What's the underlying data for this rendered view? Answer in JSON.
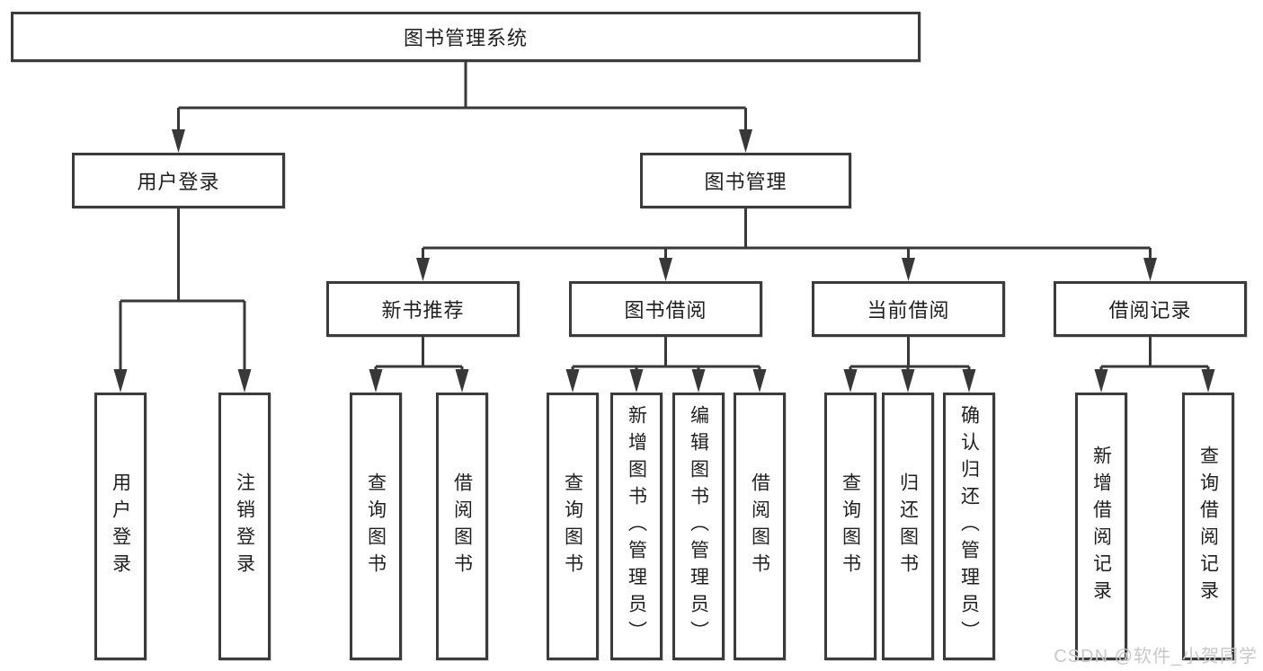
{
  "title": "图书管理系统",
  "watermark": "CSDN @软件_小贺同学",
  "colors": {
    "line": "#383838",
    "border": "#3b3b3b",
    "text": "#1f1f1f",
    "watermark": "#c8c8c8",
    "background": "#ffffff"
  },
  "tree": {
    "root": {
      "label": "图书管理系统"
    },
    "branches": [
      {
        "label": "用户登录",
        "children": [
          {
            "label": "用户登录"
          },
          {
            "label": "注销登录"
          }
        ]
      },
      {
        "label": "图书管理",
        "children": [
          {
            "label": "新书推荐",
            "children": [
              {
                "label": "查询图书"
              },
              {
                "label": "借阅图书"
              }
            ]
          },
          {
            "label": "图书借阅",
            "children": [
              {
                "label": "查询图书"
              },
              {
                "label": "新增图书（管理员）"
              },
              {
                "label": "编辑图书（管理员）"
              },
              {
                "label": "借阅图书"
              }
            ]
          },
          {
            "label": "当前借阅",
            "children": [
              {
                "label": "查询图书"
              },
              {
                "label": "归还图书"
              },
              {
                "label": "确认归还（管理员）"
              }
            ]
          },
          {
            "label": "借阅记录",
            "children": [
              {
                "label": "新增借阅记录"
              },
              {
                "label": "查询借阅记录"
              }
            ]
          }
        ]
      }
    ]
  }
}
